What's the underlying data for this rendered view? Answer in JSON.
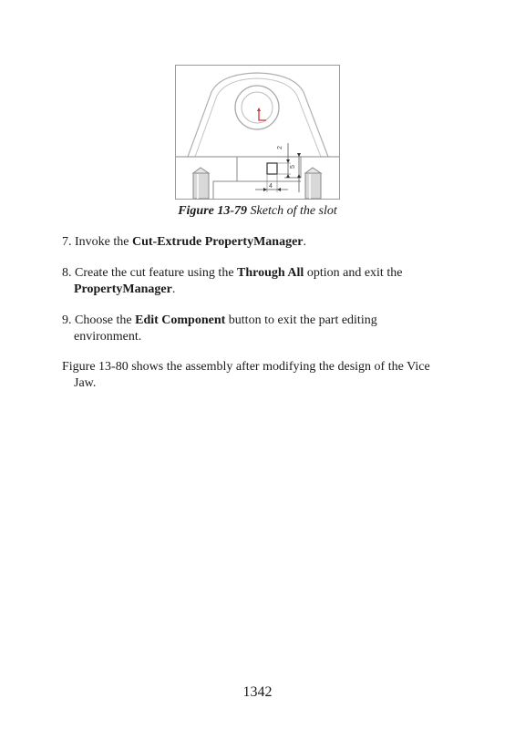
{
  "figure": {
    "drawing_labels": [
      "2",
      "5",
      "4"
    ],
    "caption_number": "Figure 13-79",
    "caption_text": " Sketch of the slot"
  },
  "steps": [
    {
      "prefix": "7. Invoke the ",
      "bold1": "Cut-Extrude PropertyManager",
      "suffix": "."
    },
    {
      "prefix": "8. Create the cut feature using the ",
      "bold1": "Through All",
      "middle": " option and exit the",
      "bold2": "PropertyManager",
      "suffix": "."
    },
    {
      "prefix": "9. Choose the ",
      "bold1": "Edit Component",
      "middle": " button to exit the part editing",
      "line2": "environment."
    }
  ],
  "closing": {
    "line1": "Figure 13-80 shows the assembly after modifying the design of the Vice",
    "line2": "Jaw."
  },
  "page_number": "1342"
}
